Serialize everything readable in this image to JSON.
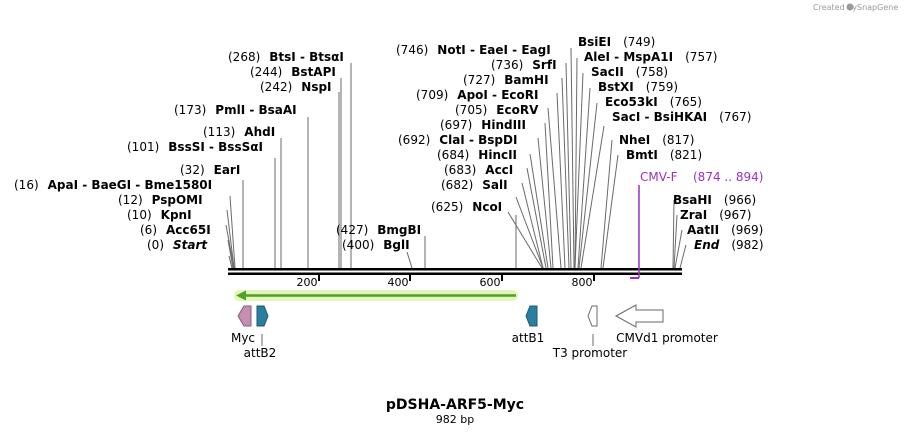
{
  "header": {
    "credit": "Created by",
    "brand": "SnapGene"
  },
  "plasmid": {
    "name": "pDSHA-ARF5-Myc",
    "length_label": "982 bp"
  },
  "axis": {
    "ticks": [
      "200",
      "400",
      "600",
      "800"
    ]
  },
  "sites": [
    {
      "pos": "(0)",
      "text": "Start",
      "italic": true
    },
    {
      "pos": "(6)",
      "text": "Acc65I"
    },
    {
      "pos": "(10)",
      "text": "KpnI"
    },
    {
      "pos": "(12)",
      "text": "PspOMI"
    },
    {
      "pos": "(16)",
      "text": "ApaI  - BaeGI  - Bme1580I"
    },
    {
      "pos": "(32)",
      "text": "EarI"
    },
    {
      "pos": "(101)",
      "text": "BssSI  - BssSαI"
    },
    {
      "pos": "(113)",
      "text": "AhdI"
    },
    {
      "pos": "(173)",
      "text": "PmlI  - BsaAI"
    },
    {
      "pos": "(242)",
      "text": "NspI"
    },
    {
      "pos": "(244)",
      "text": "BstAPI"
    },
    {
      "pos": "(268)",
      "text": "BtsI  - BtsαI"
    },
    {
      "pos": "(400)",
      "text": "BglI"
    },
    {
      "pos": "(427)",
      "text": "BmgBI"
    },
    {
      "pos": "(625)",
      "text": "NcoI"
    },
    {
      "pos": "(682)",
      "text": "SalI"
    },
    {
      "pos": "(683)",
      "text": "AccI"
    },
    {
      "pos": "(684)",
      "text": "HincII"
    },
    {
      "pos": "(692)",
      "text": "ClaI  - BspDI"
    },
    {
      "pos": "(697)",
      "text": "HindIII"
    },
    {
      "pos": "(705)",
      "text": "EcoRV"
    },
    {
      "pos": "(709)",
      "text": "ApoI  - EcoRI"
    },
    {
      "pos": "(727)",
      "text": "BamHI"
    },
    {
      "pos": "(736)",
      "text": "SrfI"
    },
    {
      "pos": "(746)",
      "text": "NotI  - EaeI  - EagI"
    },
    {
      "pos": "(749)",
      "text": "BsiEI"
    },
    {
      "pos": "(757)",
      "text": "AleI  - MspA1I"
    },
    {
      "pos": "(758)",
      "text": "SacII"
    },
    {
      "pos": "(759)",
      "text": "BstXI"
    },
    {
      "pos": "(765)",
      "text": "Eco53kI"
    },
    {
      "pos": "(767)",
      "text": "SacI  - BsiHKAI"
    },
    {
      "pos": "(817)",
      "text": "NheI"
    },
    {
      "pos": "(821)",
      "text": "BmtI"
    },
    {
      "pos": "(966)",
      "text": "BsaHI"
    },
    {
      "pos": "(967)",
      "text": "ZraI"
    },
    {
      "pos": "(969)",
      "text": "AatII"
    },
    {
      "pos": "(982)",
      "text": "End",
      "italic": true
    }
  ],
  "primer": {
    "name": "CMV-F",
    "range": "(874 .. 894)"
  },
  "features": {
    "myc": "Myc",
    "attb2": "attB2",
    "attb1": "attB1",
    "t3": "T3 promoter",
    "cmv": "CMVd1 promoter"
  },
  "colors": {
    "backbone": "#000000",
    "orf_arrow": "#4da02a",
    "orf_glow": "#d8f0a8",
    "myc": "#c48fb0",
    "att": "#2a7f9e",
    "primer": "#9b2fc9"
  }
}
